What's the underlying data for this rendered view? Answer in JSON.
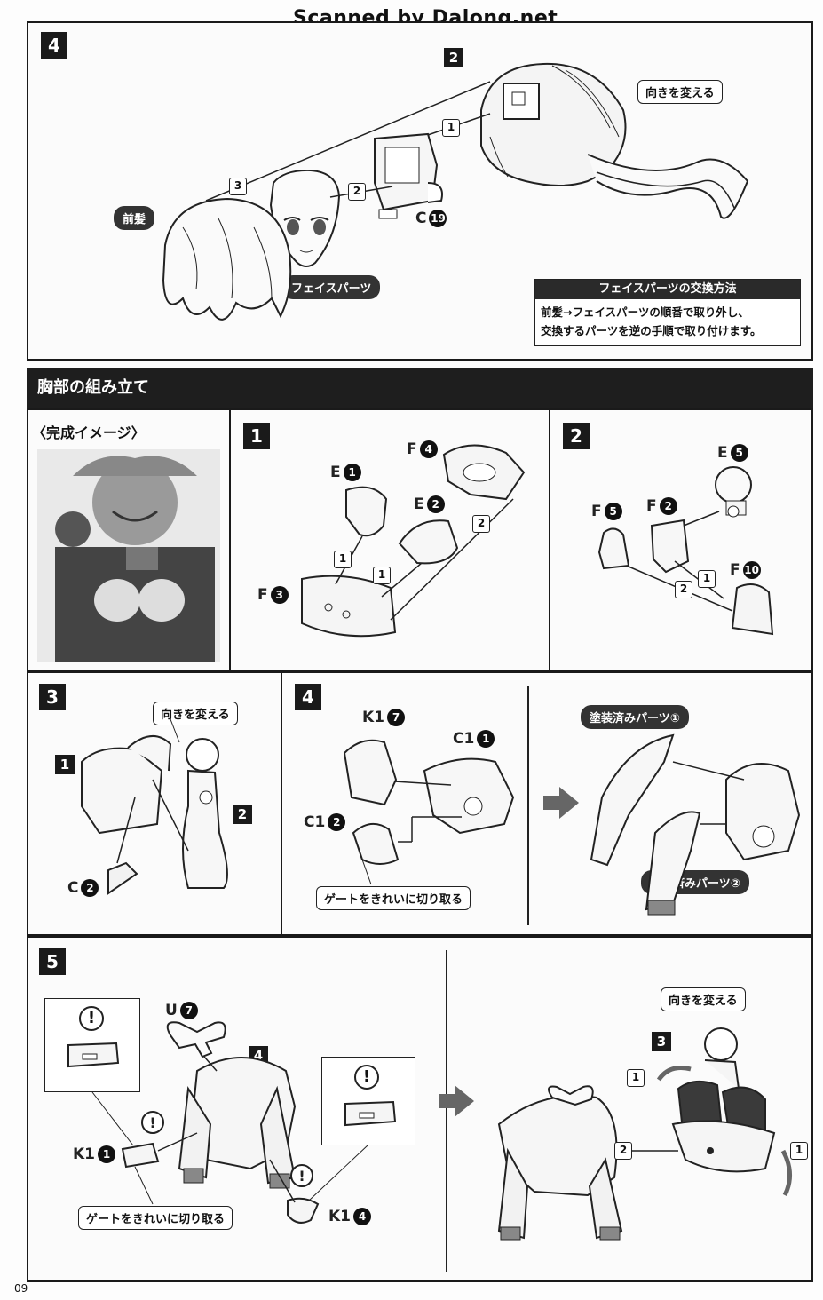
{
  "watermark": "Scanned by Dalong.net",
  "page_number": "09",
  "step4_top": {
    "step": "4",
    "sub_step": "2",
    "turn_note": "向きを変える",
    "front_hair": "前髪",
    "face_parts": "フェイスパーツ",
    "part_c": "C",
    "part_c_num": "19",
    "seq": [
      "1",
      "2",
      "3"
    ],
    "exchange_title": "フェイスパーツの交換方法",
    "exchange_line1": "前髪→フェイスパーツの順番で取り外し、",
    "exchange_line2": "交換するパーツを逆の手順で取り付けます。"
  },
  "chest_section": {
    "header": "胸部の組み立て",
    "complete_image": "〈完成イメージ〉"
  },
  "chest1": {
    "step": "1",
    "parts": [
      {
        "letter": "E",
        "num": "1"
      },
      {
        "letter": "E",
        "num": "2"
      },
      {
        "letter": "F",
        "num": "4"
      },
      {
        "letter": "F",
        "num": "3"
      }
    ],
    "seq": [
      "1",
      "1",
      "2"
    ]
  },
  "chest2": {
    "step": "2",
    "parts": [
      {
        "letter": "E",
        "num": "5"
      },
      {
        "letter": "F",
        "num": "5"
      },
      {
        "letter": "F",
        "num": "2"
      },
      {
        "letter": "F",
        "num": "10"
      }
    ],
    "seq": [
      "1",
      "2"
    ]
  },
  "chest3": {
    "step": "3",
    "turn_note": "向きを変える",
    "ref1": "1",
    "ref2": "2",
    "part_c": "C",
    "part_c_num": "2"
  },
  "chest4": {
    "step": "4",
    "parts": [
      {
        "letter": "K1",
        "num": "7"
      },
      {
        "letter": "C1",
        "num": "1"
      },
      {
        "letter": "C1",
        "num": "2"
      }
    ],
    "gate_note": "ゲートをきれいに切り取る",
    "painted1": "塗装済みパーツ①",
    "painted2": "塗装済みパーツ②"
  },
  "chest5": {
    "step": "5",
    "ref4": "4",
    "ref3": "3",
    "parts": [
      {
        "letter": "U",
        "num": "7"
      },
      {
        "letter": "K1",
        "num": "1"
      },
      {
        "letter": "K1",
        "num": "4"
      }
    ],
    "gate_note": "ゲートをきれいに切り取る",
    "turn_note": "向きを変える",
    "seq": [
      "1",
      "2",
      "1"
    ],
    "warn": "!"
  }
}
